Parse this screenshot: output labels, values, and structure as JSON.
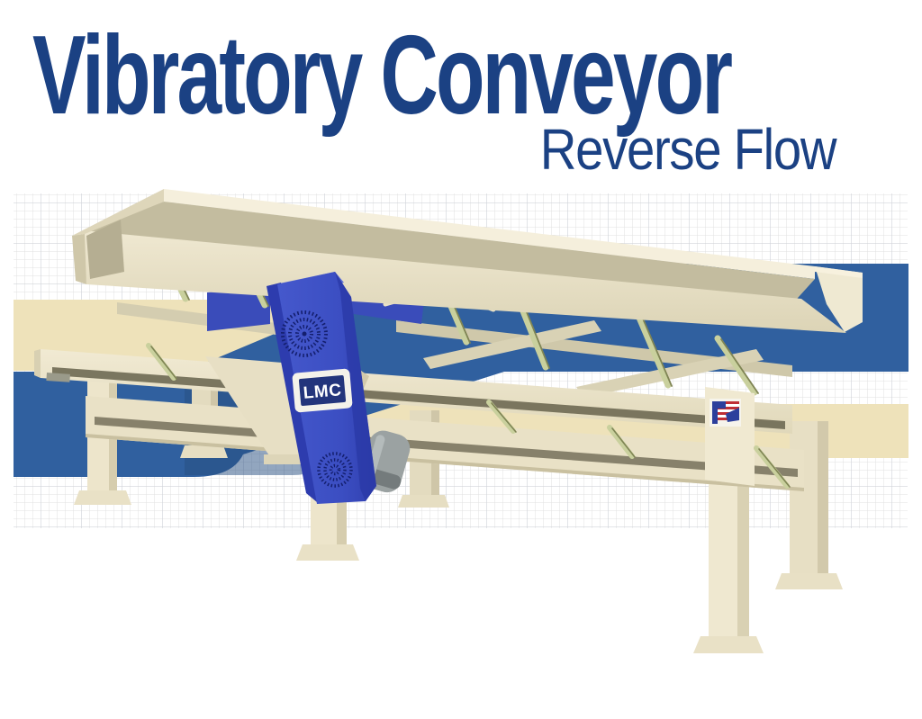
{
  "hero": {
    "title": "Vibratory Conveyor",
    "subtitle": "Reverse Flow"
  },
  "machine": {
    "kind": "vibratory-conveyor-3d-render",
    "logo_text": "LMC",
    "badge_icon": "us-flag-icon",
    "vents": [
      "vent-icon-top",
      "vent-icon-bottom"
    ]
  },
  "colors": {
    "title_navy": "#1b4183",
    "band_blue": "#30609f",
    "band_blue_shadow": "#274f7f",
    "band_tan": "#eee2ba",
    "grid_line_minor": "#dcdcdc",
    "grid_line_major": "#c9ced6",
    "machine_cream": "#ece4ca",
    "machine_cream_light": "#f5efdc",
    "machine_shadow": "#d6cdae",
    "trough_interior": "#c3bc9f",
    "beam_stripe_dark": "#6e6953",
    "spring_sage": "#c9d09d",
    "spring_sage_dark": "#7f8454",
    "housing_blue": "#3b4ec2",
    "housing_blue_dark": "#2d3cae",
    "housing_blue_light": "#5b6ed6",
    "logo_navy": "#23357c",
    "motor_gray": "#9ba2a2",
    "flag_red": "#bf2e35",
    "flag_blue": "#2c3f9c"
  }
}
